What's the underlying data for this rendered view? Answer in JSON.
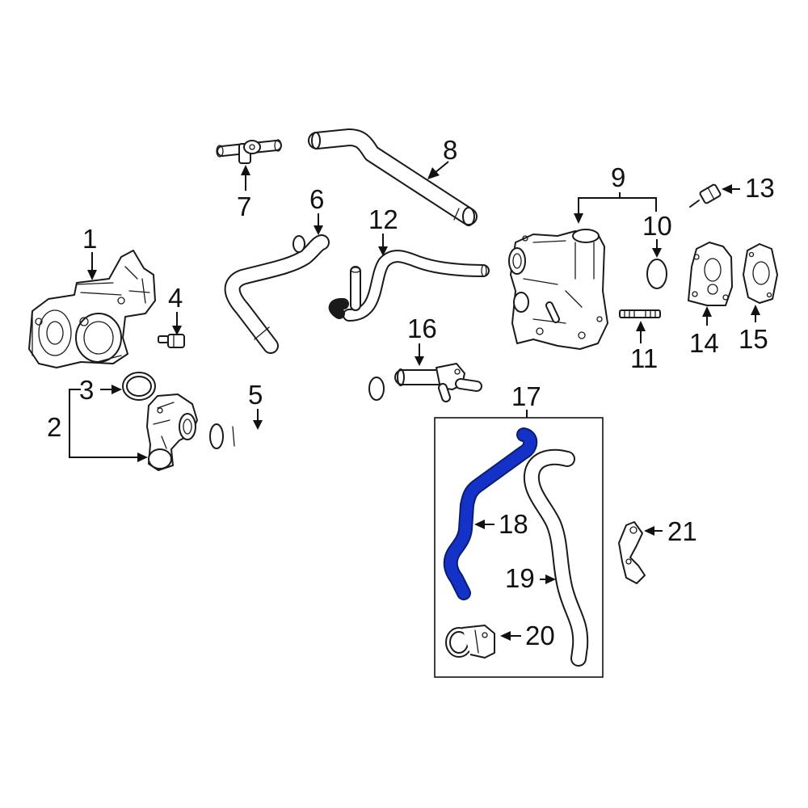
{
  "diagram": {
    "colors": {
      "highlight": "#1432c8",
      "line": "#1a1a1a",
      "background": "#ffffff"
    },
    "callouts": {
      "c1": "1",
      "c2": "2",
      "c3": "3",
      "c4": "4",
      "c5": "5",
      "c6": "6",
      "c7": "7",
      "c8": "8",
      "c9": "9",
      "c10": "10",
      "c11": "11",
      "c12": "12",
      "c13": "13",
      "c14": "14",
      "c15": "15",
      "c16": "16",
      "c17": "17",
      "c18": "18",
      "c19": "19",
      "c20": "20",
      "c21": "21"
    },
    "highlighted_part": "18"
  }
}
